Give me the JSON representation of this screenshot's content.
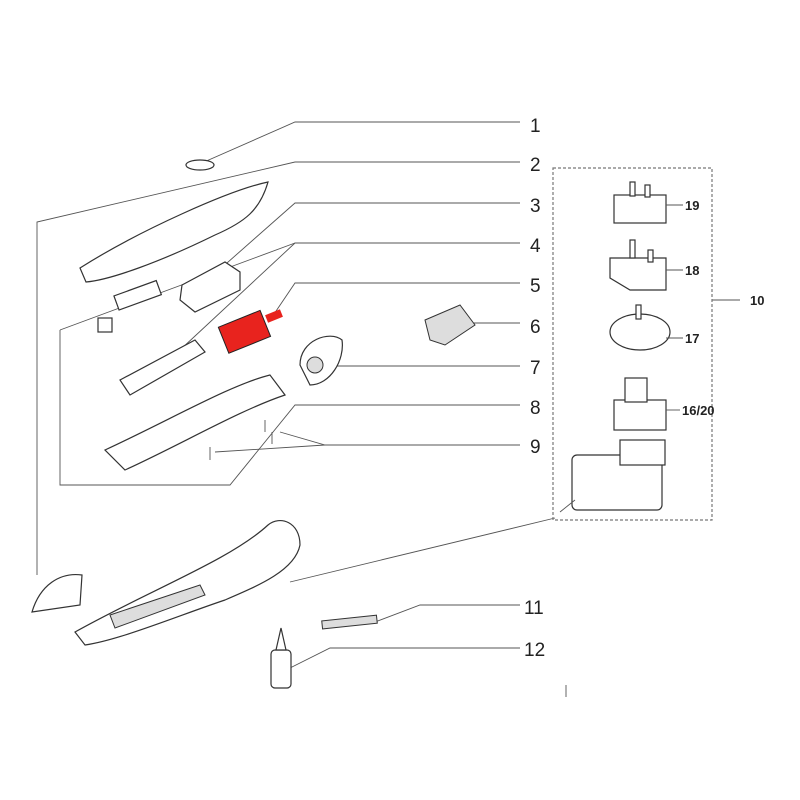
{
  "callouts": {
    "p1": "1",
    "p2": "2",
    "p3": "3",
    "p4": "4",
    "p5": "5",
    "p6": "6",
    "p7": "7",
    "p8": "8",
    "p9": "9",
    "p10": "10",
    "p11": "11",
    "p12": "12"
  },
  "adapter_kit": {
    "p19": "19",
    "p18": "18",
    "p17": "17",
    "p16_20": "16/20"
  },
  "highlight_color": "#e8231e"
}
